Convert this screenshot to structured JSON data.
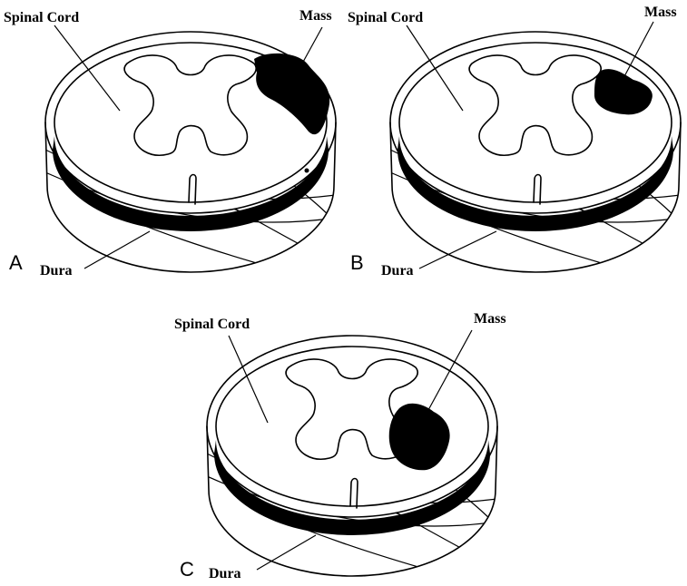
{
  "panels": [
    {
      "letter": "A",
      "labels": {
        "cord": "Spinal Cord",
        "mass": "Mass",
        "dura": "Dura"
      },
      "mass_position": "outside the dura (extradural)"
    },
    {
      "letter": "B",
      "labels": {
        "cord": "Spinal Cord",
        "mass": "Mass",
        "dura": "Dura"
      },
      "mass_position": "inside the dura, beside the cord (intradural extramedullary)"
    },
    {
      "letter": "C",
      "labels": {
        "cord": "Spinal Cord",
        "mass": "Mass",
        "dura": "Dura"
      },
      "mass_position": "within the cord (intramedullary)"
    }
  ],
  "colors": {
    "line": "#000000",
    "fill": "#ffffff",
    "mass": "#000000"
  }
}
